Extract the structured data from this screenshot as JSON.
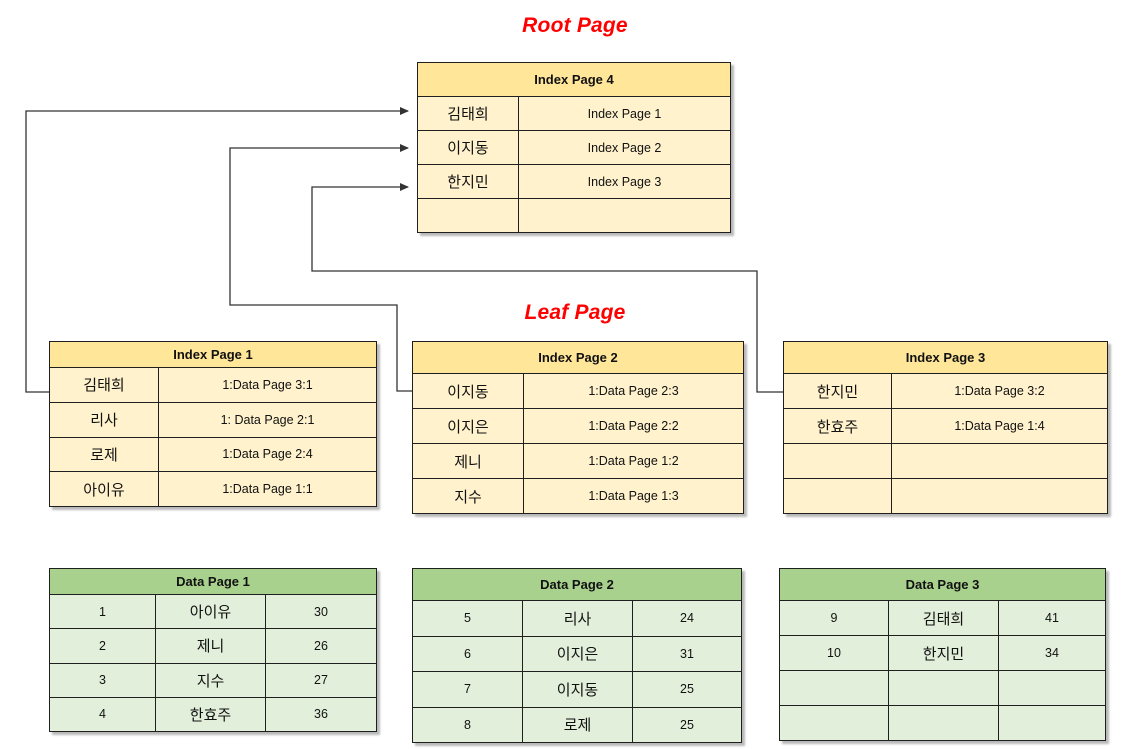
{
  "titles": {
    "root": "Root Page",
    "leaf": "Leaf Page"
  },
  "colors": {
    "index_header": "#FFE699",
    "index_body": "#FFF2CC",
    "data_header": "#A9D18E",
    "data_body": "#E2EFDA",
    "section_title": "#FF0000",
    "border": "#1F1F1F",
    "connector": "#333333"
  },
  "root_page": {
    "title": "Index Page 4",
    "rows": [
      [
        "김태희",
        "Index Page 1"
      ],
      [
        "이지동",
        "Index Page 2"
      ],
      [
        "한지민",
        "Index Page 3"
      ],
      [
        "",
        ""
      ]
    ]
  },
  "index_page_1": {
    "title": "Index Page 1",
    "rows": [
      [
        "김태희",
        "1:Data Page 3:1"
      ],
      [
        "리사",
        "1: Data Page 2:1"
      ],
      [
        "로제",
        "1:Data Page 2:4"
      ],
      [
        "아이유",
        "1:Data Page 1:1"
      ]
    ]
  },
  "index_page_2": {
    "title": "Index Page 2",
    "rows": [
      [
        "이지동",
        "1:Data Page 2:3"
      ],
      [
        "이지은",
        "1:Data Page 2:2"
      ],
      [
        "제니",
        "1:Data Page 1:2"
      ],
      [
        "지수",
        "1:Data Page 1:3"
      ]
    ]
  },
  "index_page_3": {
    "title": "Index Page 3",
    "rows": [
      [
        "한지민",
        "1:Data Page 3:2"
      ],
      [
        "한효주",
        "1:Data Page 1:4"
      ],
      [
        "",
        ""
      ],
      [
        "",
        ""
      ]
    ]
  },
  "data_page_1": {
    "title": "Data Page 1",
    "rows": [
      [
        "1",
        "아이유",
        "30"
      ],
      [
        "2",
        "제니",
        "26"
      ],
      [
        "3",
        "지수",
        "27"
      ],
      [
        "4",
        "한효주",
        "36"
      ]
    ]
  },
  "data_page_2": {
    "title": "Data Page 2",
    "rows": [
      [
        "5",
        "리사",
        "24"
      ],
      [
        "6",
        "이지은",
        "31"
      ],
      [
        "7",
        "이지동",
        "25"
      ],
      [
        "8",
        "로제",
        "25"
      ]
    ]
  },
  "data_page_3": {
    "title": "Data Page 3",
    "rows": [
      [
        "9",
        "김태희",
        "41"
      ],
      [
        "10",
        "한지민",
        "34"
      ],
      [
        "",
        "",
        ""
      ],
      [
        "",
        "",
        ""
      ]
    ]
  },
  "connections": [
    {
      "from": "Index Page 1",
      "to": "Index Page 4 row 김태희"
    },
    {
      "from": "Index Page 2",
      "to": "Index Page 4 row 이지동"
    },
    {
      "from": "Index Page 3",
      "to": "Index Page 4 row 한지민"
    }
  ]
}
